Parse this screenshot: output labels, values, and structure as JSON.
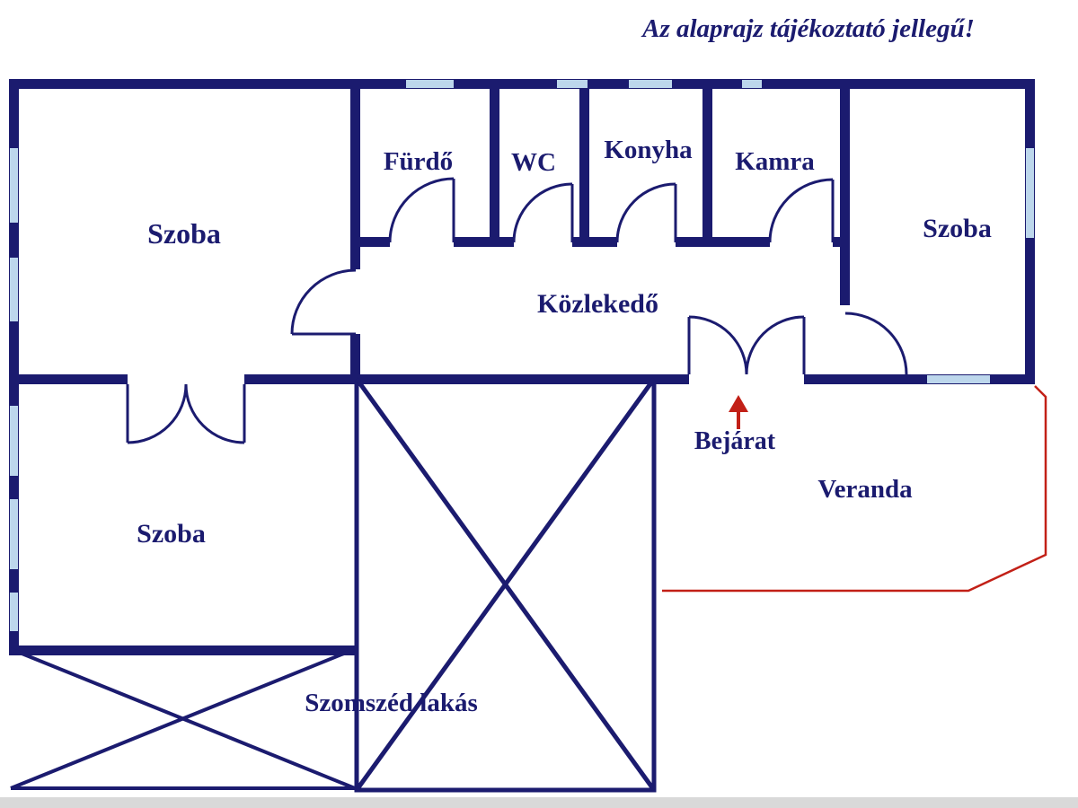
{
  "disclaimer": "Az alaprajz tájékoztató jellegű!",
  "colors": {
    "wall": "#1b1b6f",
    "window": "#bdd7ec",
    "accent_red": "#c22017",
    "text": "#1b1b6f",
    "footer_gray": "#d9d9d9"
  },
  "rooms": {
    "szoba_top_left": "Szoba",
    "furdo": "Fürdő",
    "wc": "WC",
    "konyha": "Konyha",
    "kamra": "Kamra",
    "szoba_top_right": "Szoba",
    "kozlekedo": "Közlekedő",
    "szoba_bottom_left": "Szoba",
    "bejarat": "Bejárat",
    "veranda": "Veranda",
    "szomszed_lakas": "Szomszéd lakás"
  }
}
